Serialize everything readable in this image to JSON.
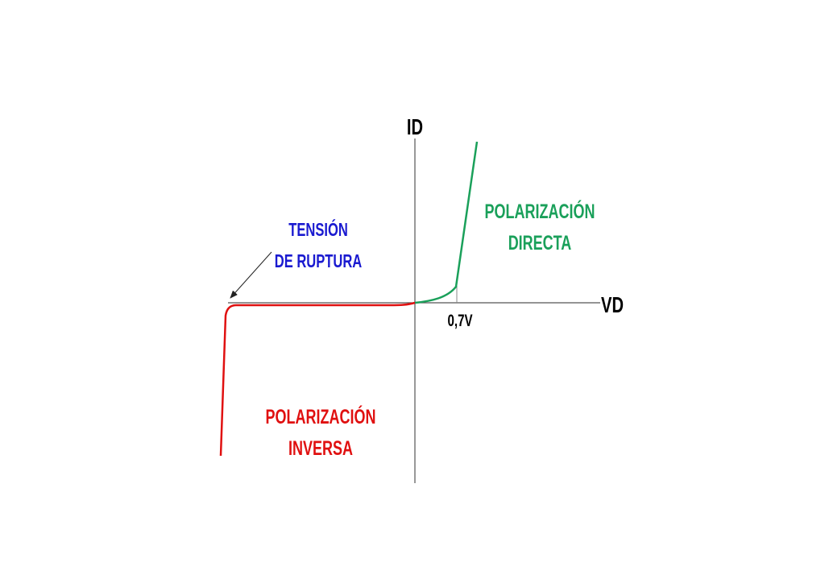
{
  "axes": {
    "y_label": "ID",
    "x_label": "VD",
    "threshold_label": "0,7V"
  },
  "annotations": {
    "breakdown": {
      "line1": "TENSIÓN",
      "line2": "DE RUPTURA",
      "color": "#1a1ad0"
    },
    "forward": {
      "line1": "POLARIZACIÓN",
      "line2": "DIRECTA",
      "color": "#1aa05a"
    },
    "reverse": {
      "line1": "POLARIZACIÓN",
      "line2": "INVERSA",
      "color": "#e01010"
    }
  },
  "colors": {
    "axis": "#555555",
    "forward_curve": "#1aa05a",
    "reverse_curve": "#e01010",
    "arrow": "#222222"
  }
}
